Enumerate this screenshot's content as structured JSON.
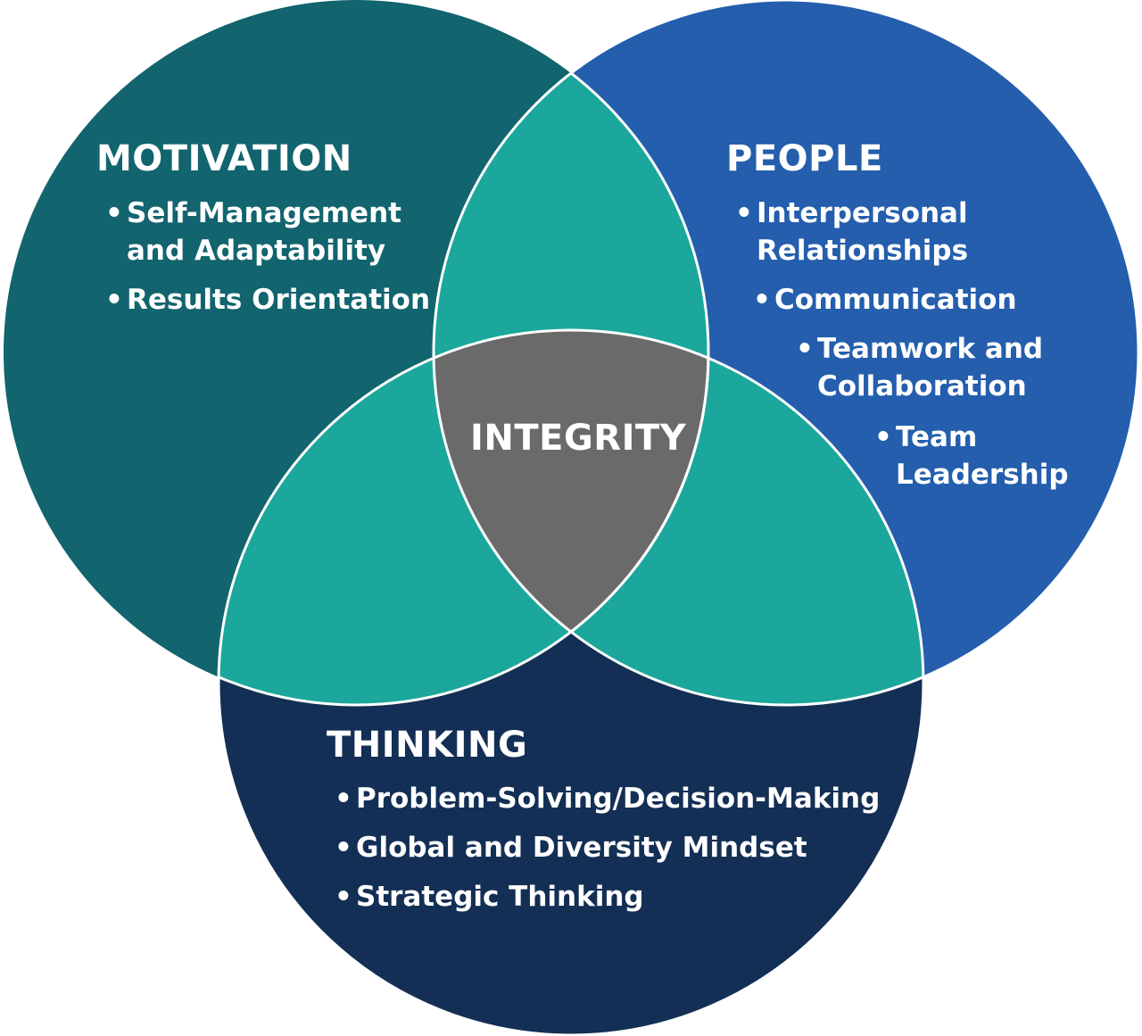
{
  "colors": {
    "motivation": "#12646E",
    "people": "#245EAD",
    "thinking": "#142F55",
    "overlap": "#1BA79B",
    "center": "#6A6A6A",
    "stroke": "#FFFFFF"
  },
  "motivation": {
    "title": "MOTIVATION",
    "items": [
      "Self-Management and Adaptability",
      "Results Orientation"
    ]
  },
  "people": {
    "title": "PEOPLE",
    "items": [
      "Interpersonal Relationships",
      "Communication",
      "Teamwork and Collaboration",
      "Team Leadership"
    ]
  },
  "thinking": {
    "title": "THINKING",
    "items": [
      "Problem-Solving/Decision-Making",
      "Global and Diversity Mindset",
      "Strategic Thinking"
    ]
  },
  "center": {
    "title": "INTEGRITY"
  },
  "bullet": "•"
}
